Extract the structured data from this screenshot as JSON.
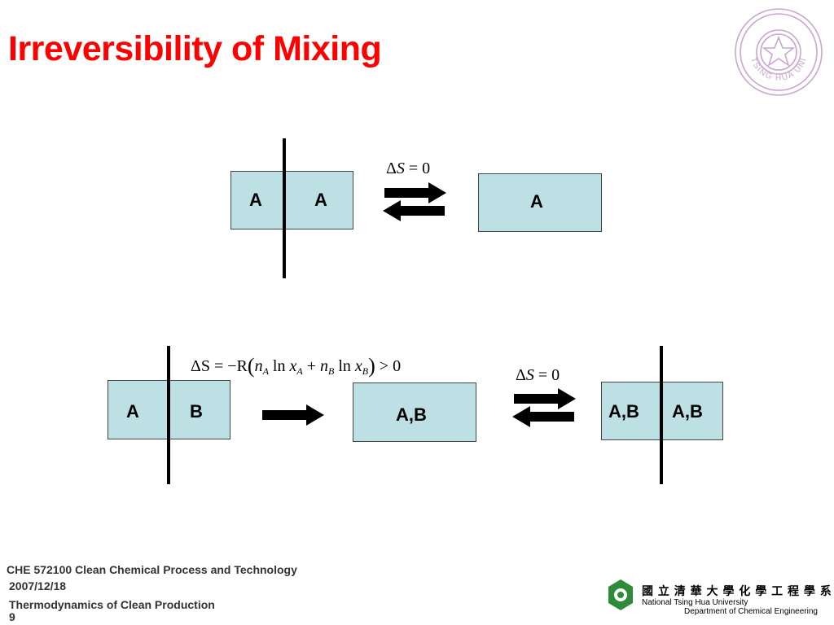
{
  "slide": {
    "title": "Irreversibility of Mixing"
  },
  "top_row": {
    "left_box": {
      "left_label": "A",
      "right_label": "A"
    },
    "equation": {
      "delta": "Δ",
      "symbol": "S",
      "relation": "= 0"
    },
    "right_box": {
      "label": "A"
    }
  },
  "bottom_row": {
    "left_box": {
      "left_label": "A",
      "right_label": "B"
    },
    "mixing_equation": {
      "lhs": "ΔS = −R",
      "n": "n",
      "sub_a": "A",
      "ln": "ln",
      "x": "x",
      "sub_b": "B",
      "plus": "+",
      "tail": "> 0"
    },
    "middle_box": {
      "label": "A,B"
    },
    "equation": {
      "delta": "Δ",
      "symbol": "S",
      "relation": "= 0"
    },
    "right_box": {
      "left_label": "A,B",
      "right_label": "A,B"
    }
  },
  "footer": {
    "course": "CHE 572100 Clean Chemical Process and Technology",
    "date": "2007/12/18",
    "topic": "Thermodynamics of Clean Production",
    "page_number": "9"
  },
  "university_logo": {
    "chinese_name": "國 立 清 華 大 學 化 學 工 程 學 系",
    "english_name": "National Tsing Hua University",
    "department": "Department of Chemical Engineering",
    "seal_text": "TSING HUA UNIVERSITY",
    "seal_color": "#c9a6cf",
    "logo_color": "#2e8b3a"
  },
  "colors": {
    "title": "#ff0000",
    "box_fill": "#bde0e4"
  }
}
